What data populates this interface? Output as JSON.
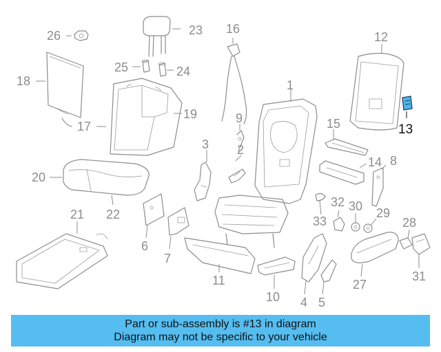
{
  "diagram": {
    "callouts": [
      "1",
      "2",
      "3",
      "4",
      "5",
      "6",
      "7",
      "8",
      "9",
      "10",
      "11",
      "12",
      "13",
      "14",
      "15",
      "16",
      "17",
      "18",
      "19",
      "20",
      "21",
      "22",
      "23",
      "24",
      "25",
      "26",
      "27",
      "28",
      "29",
      "30",
      "31",
      "32",
      "33"
    ],
    "highlighted": "13",
    "highlight_color": "#4fb6e3",
    "line_color": "#8c8c8c"
  },
  "banner": {
    "line1": "Part or sub-assembly is #13 in diagram",
    "line2": "Diagram may not be specific to your vehicle",
    "color": "#55bdf0"
  }
}
